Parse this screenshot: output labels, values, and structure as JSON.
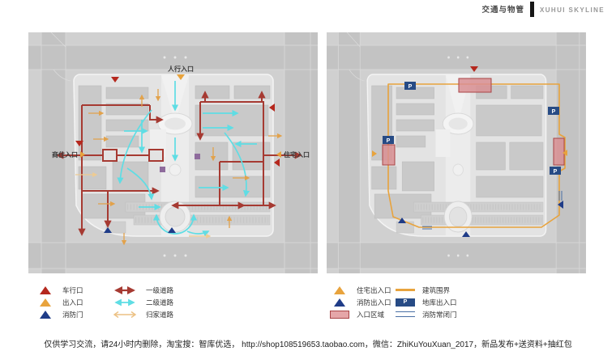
{
  "header": {
    "title_cn": "交通与物管",
    "title_en": "XUHUI SKYLINE"
  },
  "left_panel": {
    "labels": {
      "top": "人行入口",
      "left": "商住入口",
      "right": "住宅入口"
    },
    "legend": [
      {
        "label": "车行口",
        "symbol": "triangle",
        "color": "#b5281e"
      },
      {
        "label": "出入口",
        "symbol": "triangle",
        "color": "#e8a33d"
      },
      {
        "label": "消防门",
        "symbol": "triangle",
        "color": "#1f3c88"
      },
      {
        "label": "一级道路",
        "symbol": "double-arrow",
        "color": "#a63a32"
      },
      {
        "label": "二级道路",
        "symbol": "double-arrow",
        "color": "#5fdde4"
      },
      {
        "label": "归家道路",
        "symbol": "double-arrow-outline",
        "color": "#ecc184"
      }
    ]
  },
  "right_panel": {
    "p_badge_letter": "P",
    "legend": [
      {
        "label": "住宅出入口",
        "symbol": "triangle",
        "color": "#e8a33d"
      },
      {
        "label": "消防出入口",
        "symbol": "triangle",
        "color": "#1f3c88"
      },
      {
        "label": "入口区域",
        "symbol": "area",
        "color": "#e5a6a8"
      },
      {
        "label": "建筑围界",
        "symbol": "line",
        "color": "#e8a33d"
      },
      {
        "label": "地库出入口",
        "symbol": "p-badge",
        "color": "#274b85"
      },
      {
        "label": "消防常闭门",
        "symbol": "double-line",
        "color": "#4a6fa5"
      }
    ]
  },
  "footer": {
    "disclaimer": "仅供学习交流，请24小时内删除，淘宝搜：智库优选， http://shop108519653.taobao.com，微信：ZhiKuYouXuan_2017，新品发布+送资料+抽红包"
  }
}
